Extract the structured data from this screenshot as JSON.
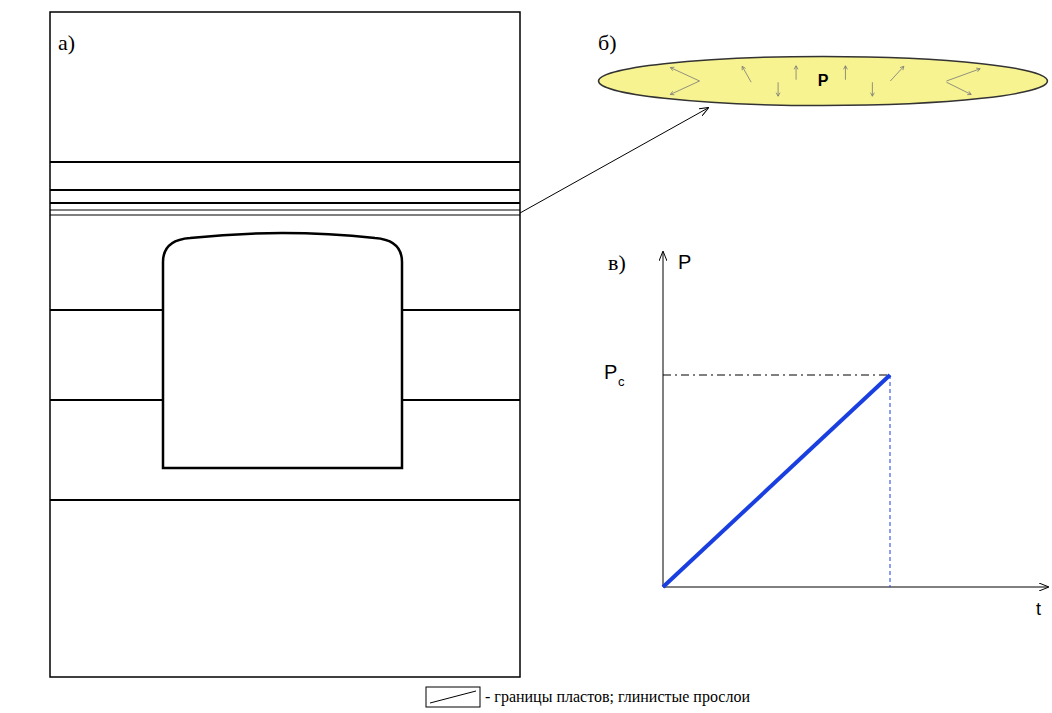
{
  "diagram": {
    "nodes": [
      {
        "text": [
          "P"
        ]
      }
    ],
    "labels": [
      "а)",
      "б)",
      "в)",
      "P",
      "P",
      "c",
      "t"
    ],
    "legend": [
      {
        "text": "- границы пластов; глинистые прослои"
      }
    ]
  }
}
